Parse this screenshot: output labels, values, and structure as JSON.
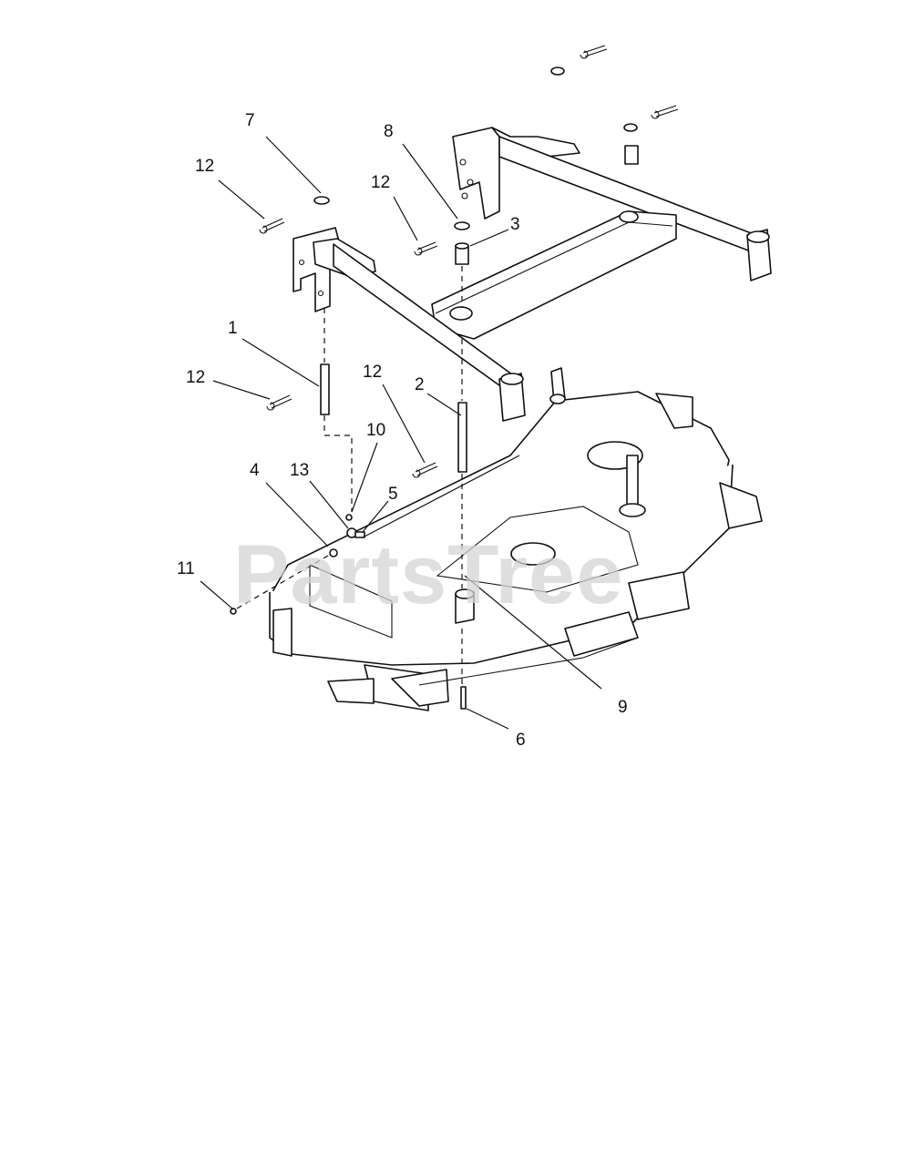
{
  "watermark": {
    "text": "PartsTree"
  },
  "callouts": [
    {
      "id": "c1",
      "label": "1"
    },
    {
      "id": "c2",
      "label": "2"
    },
    {
      "id": "c3",
      "label": "3"
    },
    {
      "id": "c4",
      "label": "4"
    },
    {
      "id": "c5",
      "label": "5"
    },
    {
      "id": "c6",
      "label": "6"
    },
    {
      "id": "c7",
      "label": "7"
    },
    {
      "id": "c8",
      "label": "8"
    },
    {
      "id": "c9",
      "label": "9"
    },
    {
      "id": "c10",
      "label": "10"
    },
    {
      "id": "c11",
      "label": "11"
    },
    {
      "id": "c12a",
      "label": "12"
    },
    {
      "id": "c12b",
      "label": "12"
    },
    {
      "id": "c12c",
      "label": "12"
    },
    {
      "id": "c12d",
      "label": "12"
    },
    {
      "id": "c13",
      "label": "13"
    }
  ]
}
